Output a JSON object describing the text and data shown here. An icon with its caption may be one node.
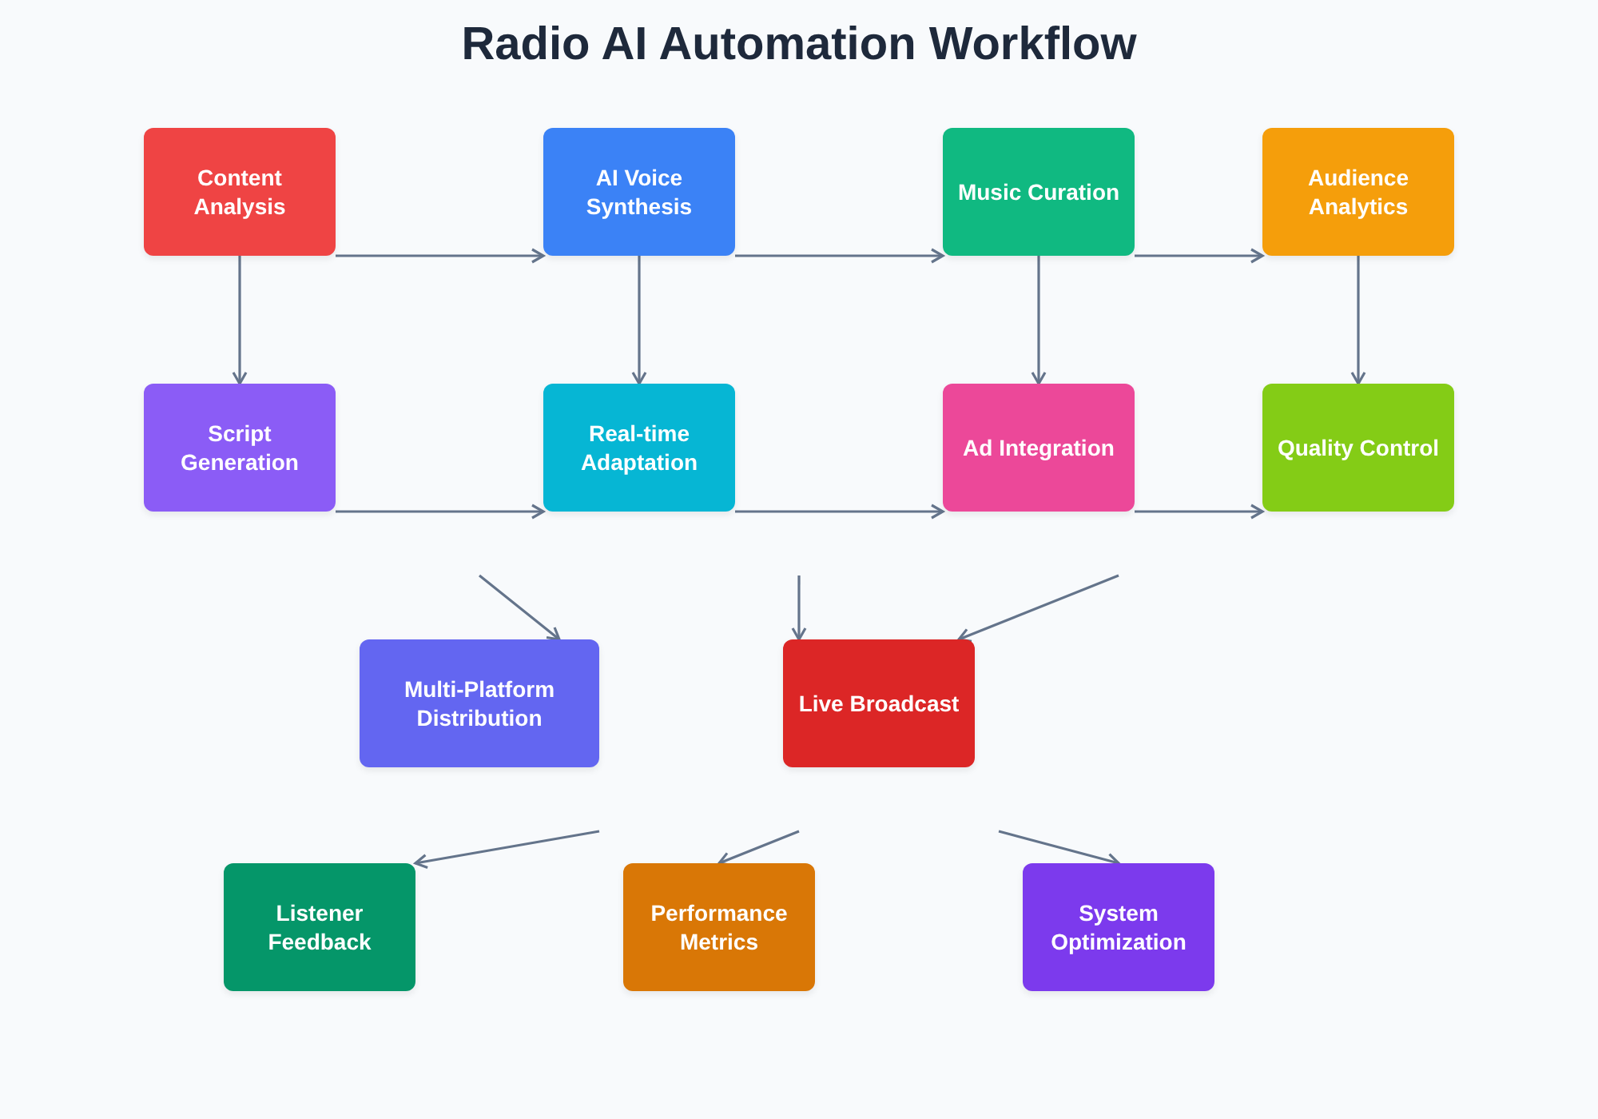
{
  "diagram": {
    "title": "Radio AI Automation Workflow",
    "nodes": [
      {
        "text": [
          "Content Analysis"
        ]
      },
      {
        "text": [
          "AI Voice Synthesis"
        ]
      },
      {
        "text": [
          "Music Curation"
        ]
      },
      {
        "text": [
          "Audience Analytics"
        ]
      },
      {
        "text": [
          "Script Generation"
        ]
      },
      {
        "text": [
          "Real-time Adaptation"
        ]
      },
      {
        "text": [
          "Ad Integration"
        ]
      },
      {
        "text": [
          "Quality Control"
        ]
      },
      {
        "text": [
          "Multi-Platform Distribution"
        ]
      },
      {
        "text": [
          "Live Broadcast"
        ]
      },
      {
        "text": [
          "Listener Feedback"
        ]
      },
      {
        "text": [
          "Performance Metrics"
        ]
      },
      {
        "text": [
          "System Optimization"
        ]
      }
    ],
    "edges": [
      {
        "from": 0,
        "to": 1,
        "arrow": "to"
      },
      {
        "from": 1,
        "to": 2,
        "arrow": "to"
      },
      {
        "from": 2,
        "to": 3,
        "arrow": "to"
      },
      {
        "from": 0,
        "to": 4,
        "arrow": "to"
      },
      {
        "from": 1,
        "to": 5,
        "arrow": "to"
      },
      {
        "from": 2,
        "to": 6,
        "arrow": "to"
      },
      {
        "from": 3,
        "to": 7,
        "arrow": "to"
      },
      {
        "from": 4,
        "to": 5,
        "arrow": "to"
      },
      {
        "from": 5,
        "to": 6,
        "arrow": "to"
      },
      {
        "from": 6,
        "to": 7,
        "arrow": "to"
      },
      {
        "from": null,
        "to": 8,
        "arrow": "to"
      },
      {
        "from": null,
        "to": 9,
        "arrow": "to"
      },
      {
        "from": null,
        "to": 9,
        "arrow": "to"
      },
      {
        "from": null,
        "to": 10,
        "arrow": "to"
      },
      {
        "from": null,
        "to": 11,
        "arrow": "to"
      },
      {
        "from": null,
        "to": 12,
        "arrow": "to"
      }
    ]
  }
}
